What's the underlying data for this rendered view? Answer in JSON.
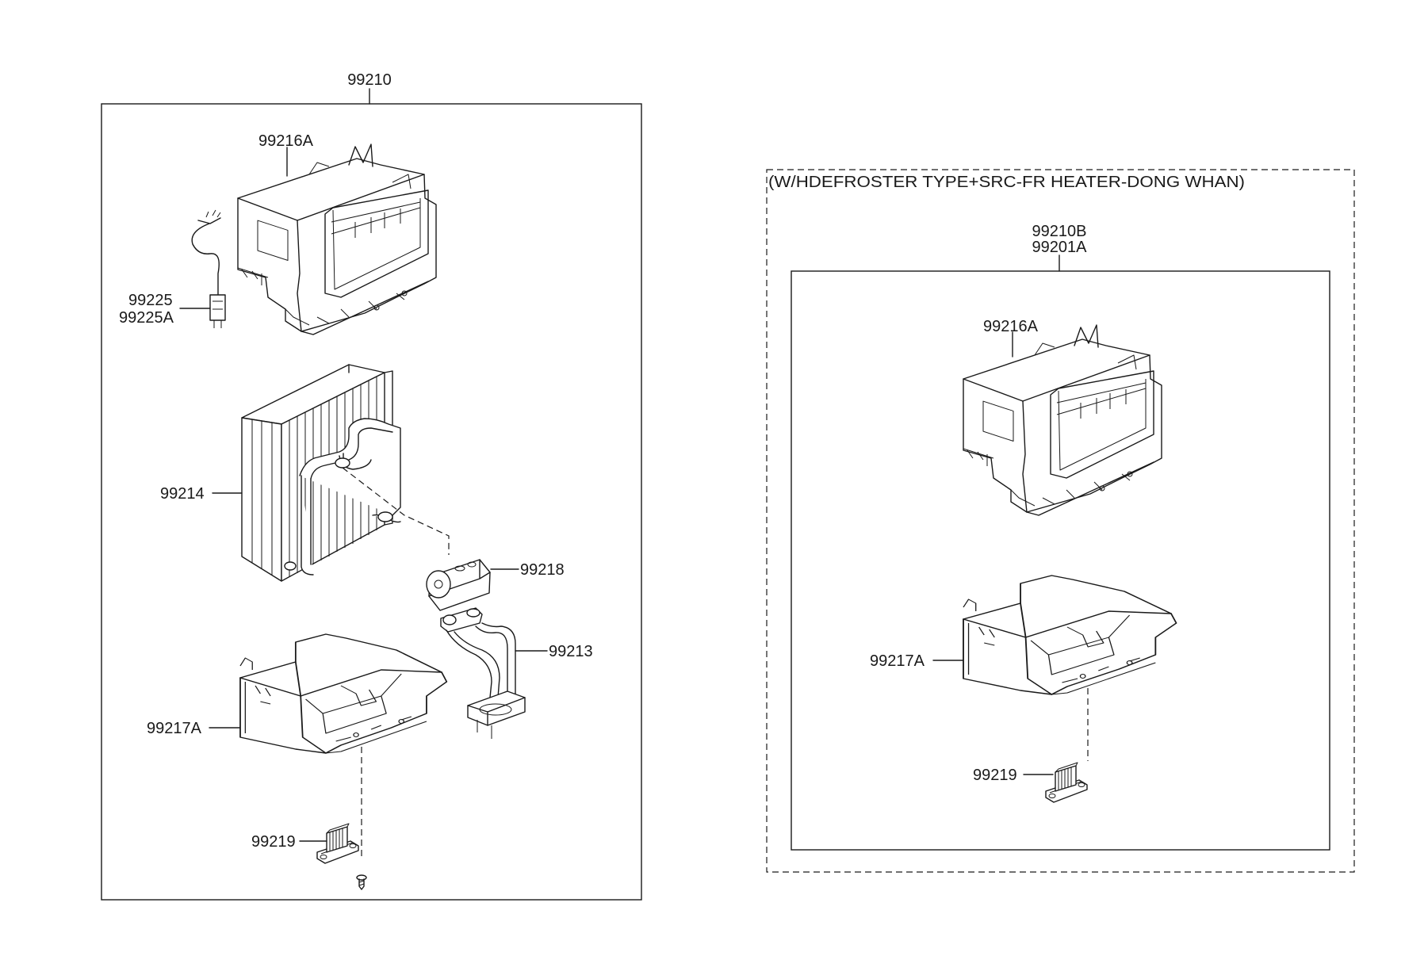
{
  "main_assembly": {
    "number": "99210",
    "labels": {
      "case_upper": "99216A",
      "sensor_1": "99225",
      "sensor_2": "99225A",
      "evaporator": "99214",
      "expansion_valve": "99218",
      "pipe": "99213",
      "case_lower": "99217A",
      "resistor": "99219"
    }
  },
  "optional_assembly": {
    "note": "(W/HDEFROSTER TYPE+SRC-FR HEATER-DONG WHAN)",
    "number_1": "99210B",
    "number_2": "99201A",
    "labels": {
      "case_upper": "99216A",
      "case_lower": "99217A",
      "resistor": "99219"
    }
  }
}
